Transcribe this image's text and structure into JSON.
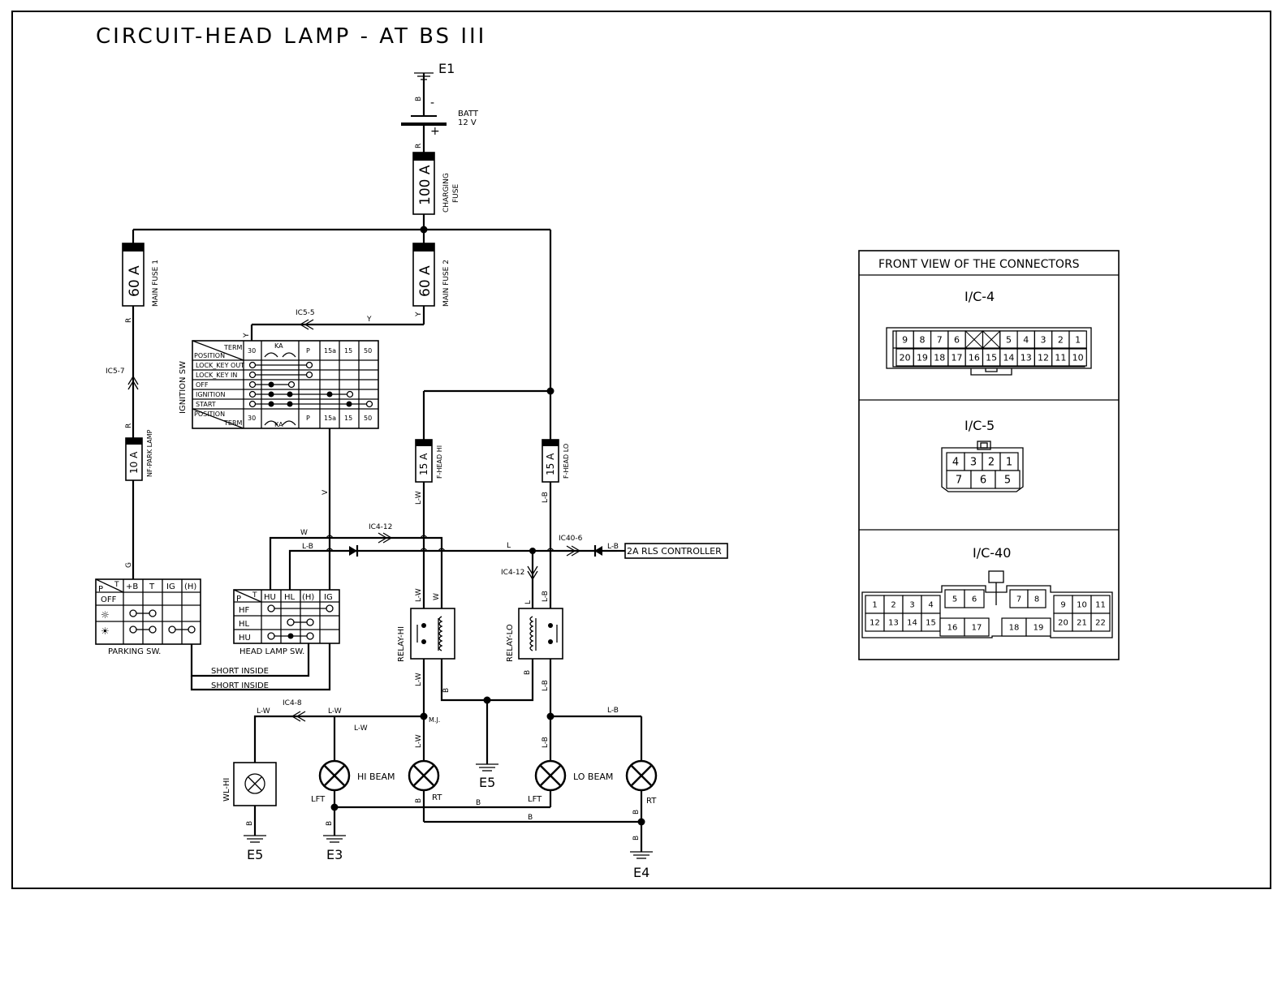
{
  "title": "CIRCUIT-HEAD LAMP - AT BS III",
  "battery": {
    "ground": "E1",
    "label": "BATT",
    "voltage": "12 V",
    "minus": "-",
    "plus": "+",
    "wire_top": "B",
    "wire_bottom": "R"
  },
  "fuses": {
    "charging": {
      "rating": "100 A",
      "name1": "CHARGING",
      "name2": "FUSE"
    },
    "main1": {
      "rating": "60 A",
      "name": "MAIN FUSE 1"
    },
    "main2": {
      "rating": "60 A",
      "name": "MAIN FUSE 2"
    },
    "park": {
      "rating": "10 A",
      "name": "NF-PARK LAMP"
    },
    "head_hi": {
      "rating": "15 A",
      "name": "F-HEAD HI"
    },
    "head_lo": {
      "rating": "15 A",
      "name": "F-HEAD LO"
    }
  },
  "wires": {
    "R": "R",
    "Y": "Y",
    "V": "V",
    "G": "G",
    "W": "W",
    "L": "L",
    "LB": "L-B",
    "LW": "L-W",
    "B": "B"
  },
  "connectors_ref": {
    "ic5_5": "IC5-5",
    "ic5_7": "IC5-7",
    "ic4_12": "IC4-12",
    "ic40_6": "IC40-6",
    "ic4_12b": "IC4-12",
    "ic4_8": "IC4-8",
    "mj": "M.J."
  },
  "ignition": {
    "side_label": "IGNITION SW",
    "term": "TERM",
    "position": "POSITION",
    "ka": "KA",
    "columns": [
      "30",
      "",
      "P",
      "15a",
      "15",
      "50"
    ],
    "rows": [
      "LOCK_KEY OUT",
      "LOCK_KEY IN",
      "OFF",
      "IGNITION",
      "START"
    ]
  },
  "parking_sw": {
    "label": "PARKING SW.",
    "p": "P",
    "t": "T",
    "columns": [
      "+B",
      "T",
      "IG",
      "(H)"
    ],
    "rows": [
      "OFF"
    ]
  },
  "head_lamp_sw": {
    "label": "HEAD LAMP SW.",
    "p": "P",
    "t": "T",
    "columns": [
      "HU",
      "HL",
      "(H)",
      "IG"
    ],
    "rows": [
      "HF",
      "HL",
      "HU"
    ]
  },
  "short_inside_1": "SHORT INSIDE",
  "short_inside_2": "SHORT INSIDE",
  "rls": "2A RLS CONTROLLER",
  "relay_hi": "RELAY-HI",
  "relay_lo": "RELAY-LO",
  "lamps": {
    "hi_beam": "HI BEAM",
    "lo_beam": "LO BEAM",
    "wl_hi": "WL-HI",
    "lft1": "LFT",
    "rt1": "RT",
    "lft2": "LFT",
    "rt2": "RT"
  },
  "grounds": {
    "e5_mid": "E5",
    "e5": "E5",
    "e3": "E3",
    "e4": "E4"
  },
  "connectors_panel": {
    "header": "FRONT VIEW OF THE CONNECTORS",
    "ic4": {
      "label": "I/C-4",
      "top": [
        "9",
        "8",
        "7",
        "6",
        "",
        "",
        "5",
        "4",
        "3",
        "2",
        "1"
      ],
      "bottom": [
        "20",
        "19",
        "18",
        "17",
        "16",
        "15",
        "14",
        "13",
        "12",
        "11",
        "10"
      ]
    },
    "ic5": {
      "label": "I/C-5",
      "top": [
        "4",
        "3",
        "2",
        "1"
      ],
      "bottom": [
        "7",
        "6",
        "5"
      ]
    },
    "ic40": {
      "label": "I/C-40",
      "left_top": [
        "1",
        "2",
        "3",
        "4"
      ],
      "left_bottom": [
        "12",
        "13",
        "14",
        "15"
      ],
      "mid_top": [
        "5",
        "6"
      ],
      "mid_bottom": [
        "16",
        "17"
      ],
      "mid2_top": [
        "7",
        "8"
      ],
      "mid2_bottom": [
        "18",
        "19"
      ],
      "right_top": [
        "9",
        "10",
        "11"
      ],
      "right_bottom": [
        "20",
        "21",
        "22"
      ]
    }
  }
}
